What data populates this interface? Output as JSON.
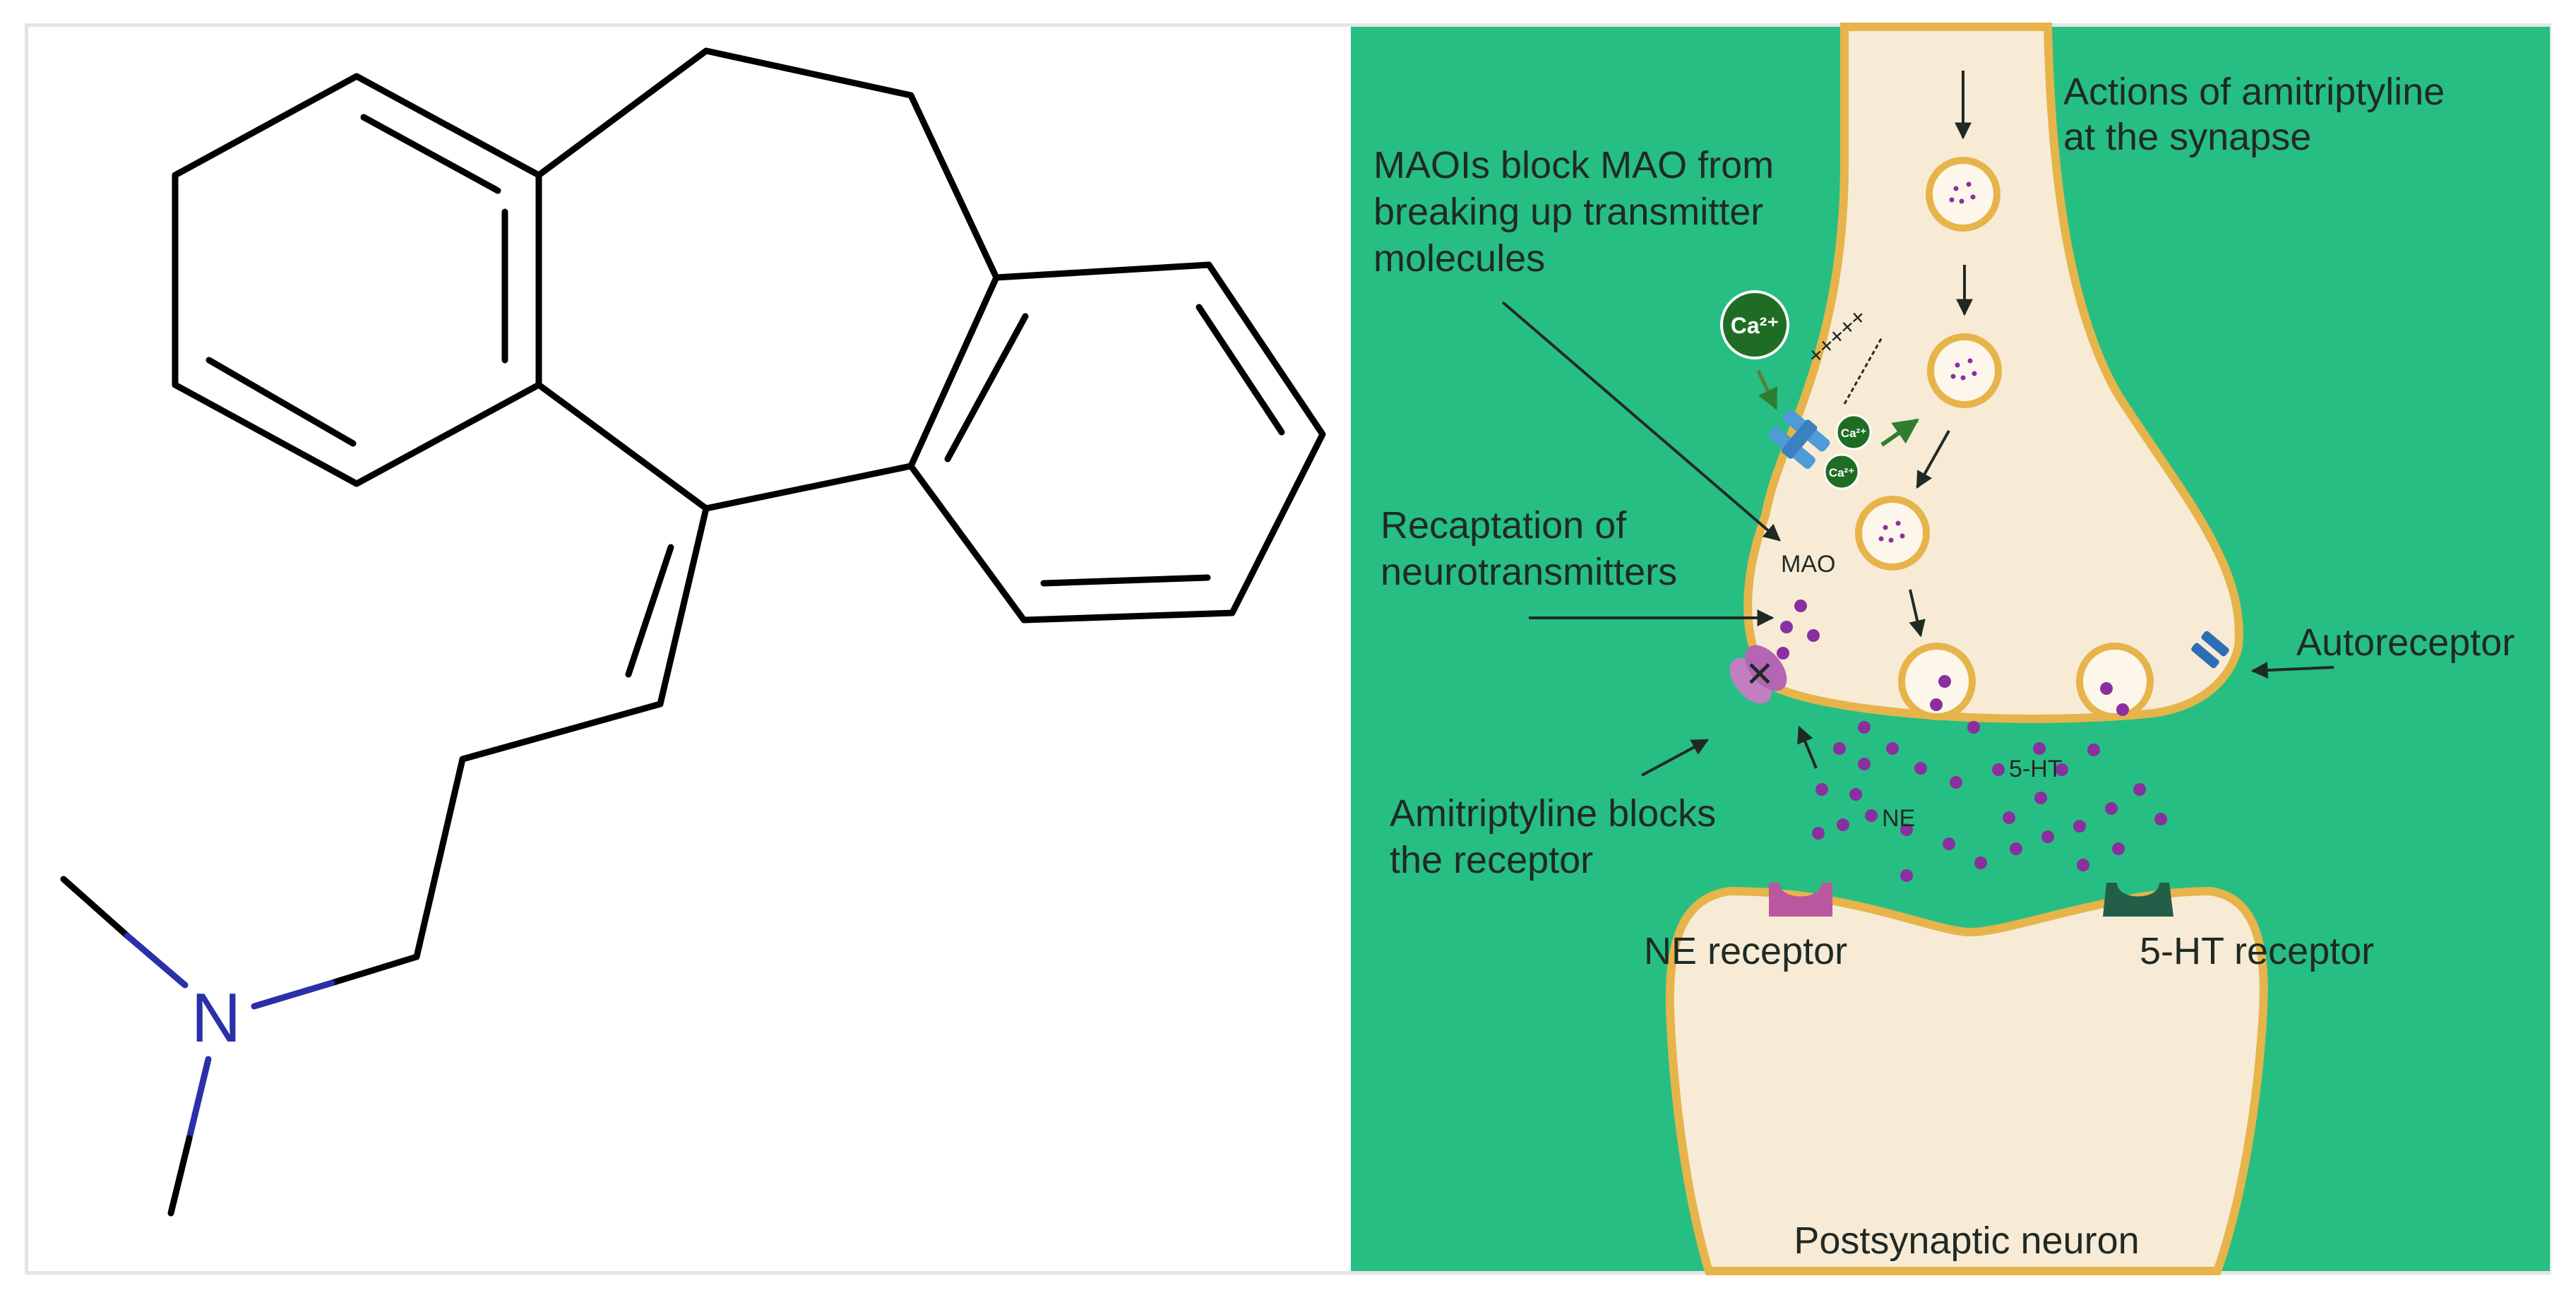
{
  "colors": {
    "background": "#ffffff",
    "frame_border": "#e4e4e4",
    "bond": "#000000",
    "nitrogen": "#2b2fa8",
    "synapse_bg": "#27be84",
    "neuron_fill": "#f8ebd6",
    "neuron_outline": "#e6b44a",
    "dot_purple": "#8a2fa0",
    "calcium_green": "#1f6d25",
    "channel_blue": "#4f9bd6",
    "ne_receptor": "#b9589e",
    "ht_receptor": "#235f48"
  },
  "molecule": {
    "name": "amitriptyline structure",
    "atom_label": "N"
  },
  "diagram": {
    "title_line1": "Actions of amitriptyline",
    "title_line2": "at the synapse",
    "mao_line1": "MAOIs block MAO from",
    "mao_line2": "breaking up transmitter",
    "mao_line3": "molecules",
    "mao_label": "MAO",
    "calcium_label": "Ca²⁺",
    "calcium_small": "Ca²⁺",
    "plus_signs": "+++++",
    "recapture_line1": "Recaptation of",
    "recapture_line2": "neurotransmitters",
    "autoreceptor": "Autoreceptor",
    "ht_label": "5-HT",
    "ne_label": "NE",
    "block_line1": "Amitriptyline blocks",
    "block_line2": "the receptor",
    "ne_receptor": "NE receptor",
    "ht_receptor": "5-HT receptor",
    "postsynaptic": "Postsynaptic neuron",
    "block_mark": "✕"
  }
}
